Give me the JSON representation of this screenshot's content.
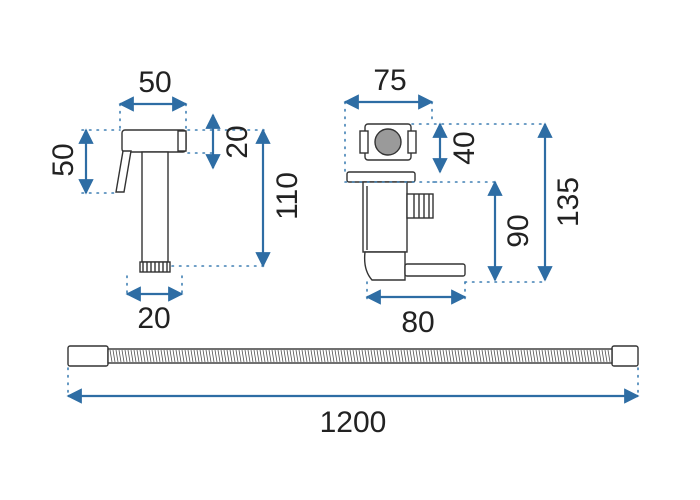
{
  "colors": {
    "dimension_line": "#2e6da4",
    "outline": "#333333",
    "text": "#222222"
  },
  "handset": {
    "width_label": "50",
    "height_label": "50",
    "head_label": "20",
    "total_height_label": "110",
    "thread_label": "20"
  },
  "valve": {
    "width_label": "75",
    "top_label": "40",
    "outlet_height_label": "90",
    "total_height_label": "135",
    "depth_label": "80"
  },
  "hose": {
    "length_label": "1200"
  }
}
